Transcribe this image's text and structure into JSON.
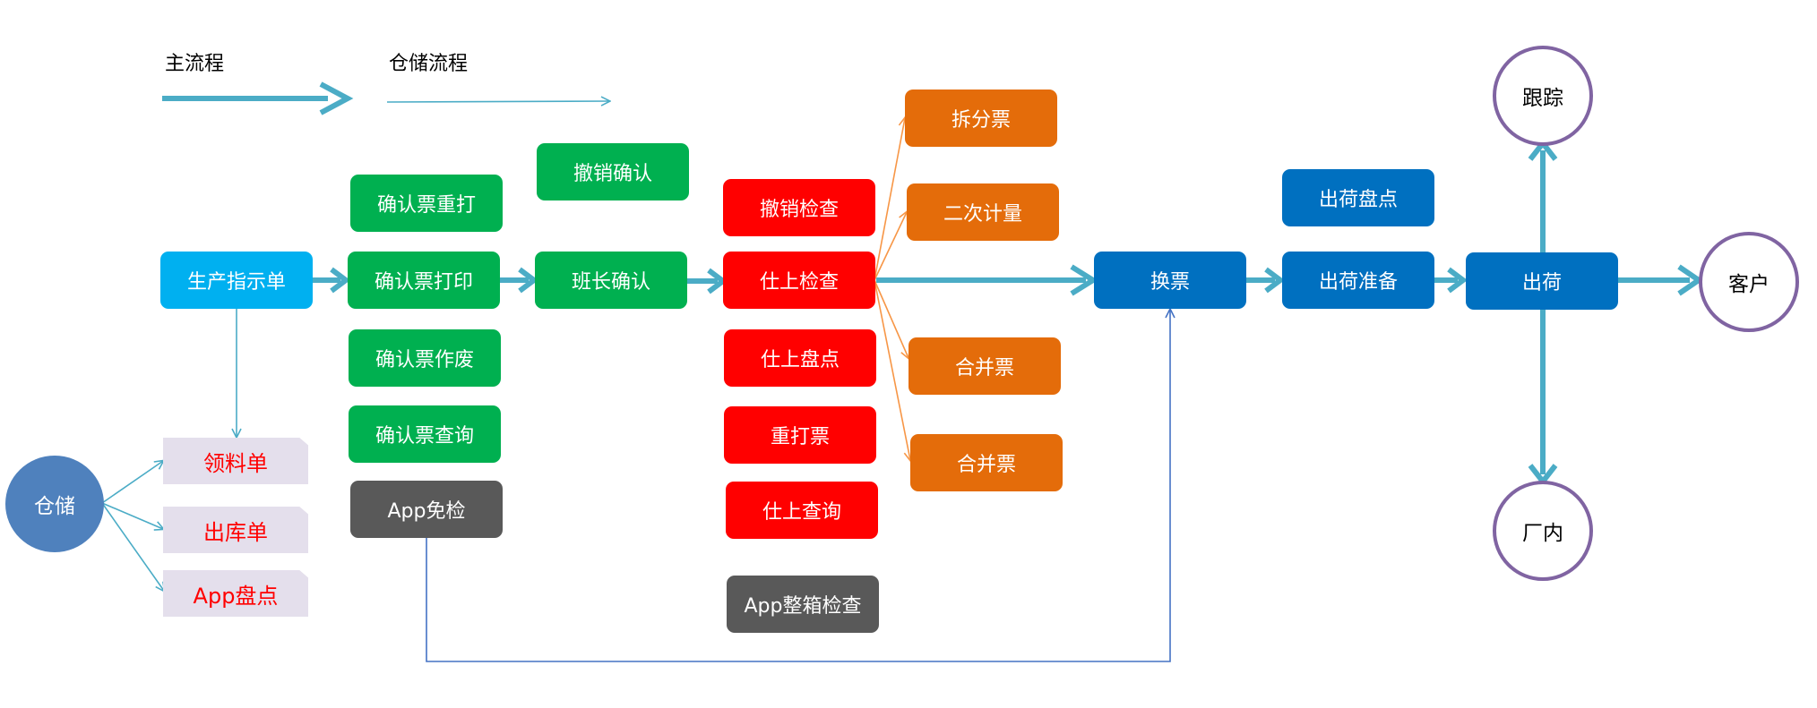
{
  "legend": {
    "main_flow": "主流程",
    "warehouse_flow": "仓储流程"
  },
  "nodes": {
    "production_order": "生产指示单",
    "confirm_reprint": "确认票重打",
    "confirm_print": "确认票打印",
    "confirm_void": "确认票作废",
    "confirm_query": "确认票查询",
    "app_exempt": "App免检",
    "cancel_confirm": "撤销确认",
    "leader_confirm": "班长确认",
    "cancel_check": "撤销检查",
    "shiage_check": "仕上检查",
    "shiage_inventory": "仕上盘点",
    "reprint_ticket": "重打票",
    "shiage_query": "仕上查询",
    "app_box_check": "App整箱检查",
    "split_ticket": "拆分票",
    "second_measure": "二次计量",
    "merge_ticket_1": "合并票",
    "merge_ticket_2": "合并票",
    "exchange_ticket": "换票",
    "ship_inventory": "出荷盘点",
    "ship_prepare": "出荷准备",
    "ship": "出荷",
    "tracking": "跟踪",
    "in_factory": "厂内",
    "customer": "客户",
    "warehouse": "仓储",
    "material_requisition": "领料单",
    "outbound_order": "出库单",
    "app_inventory": "App盘点"
  },
  "colors": {
    "main_arrow": "#4bacc6",
    "thin_line_cyan": "#4bacc6",
    "thin_line_orange": "#f79646",
    "thin_line_blue": "#4472c4",
    "green": "#00b050",
    "red": "#ff0000",
    "orange": "#e46c0a",
    "blue": "#0070c0",
    "cyan": "#00b0f0",
    "gray": "#595959",
    "warehouse_circle": "#4f81bd",
    "ring": "#8064a2",
    "doc_fill": "#e4dfec",
    "doc_text": "#ff0000"
  }
}
